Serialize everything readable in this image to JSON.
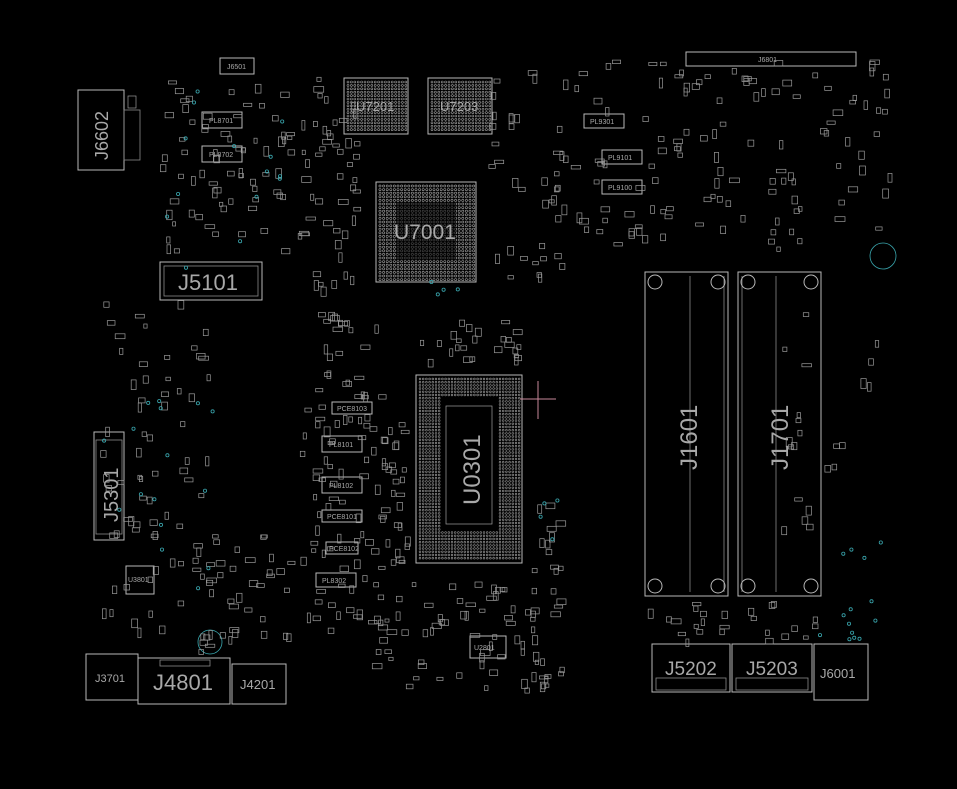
{
  "board": {
    "background": "#000000",
    "outline_color": "#b8b8b8",
    "via_color": "#3aa8b0",
    "cursor_color": "#c9879a",
    "components": {
      "J6602": "J6602",
      "J5101": "J5101",
      "J5301": "J5301",
      "J4801": "J4801",
      "J4201": "J4201",
      "J3701": "J3701",
      "U7201": "U7201",
      "U7203": "U7203",
      "U7001": "U7001",
      "U0301": "U0301",
      "J6801": "J6801",
      "J1601": "J1601",
      "J1701": "J1701",
      "J5202": "J5202",
      "J5203": "J5203",
      "J6001": "J6001",
      "U2801": "U2801",
      "J6501": "J6501",
      "PL8701": "PL8701",
      "PL8702": "PL8702",
      "PL9301": "PL9301",
      "PL9101": "PL9101",
      "PL9100": "PL9100",
      "PL8102": "PL8102",
      "PL8101": "PL8101",
      "PL8302": "PL8302",
      "PCE8103": "PCE8103",
      "PCE8101": "PCE8101",
      "PCE8102": "PCE8102",
      "U3801": "U3801"
    }
  }
}
